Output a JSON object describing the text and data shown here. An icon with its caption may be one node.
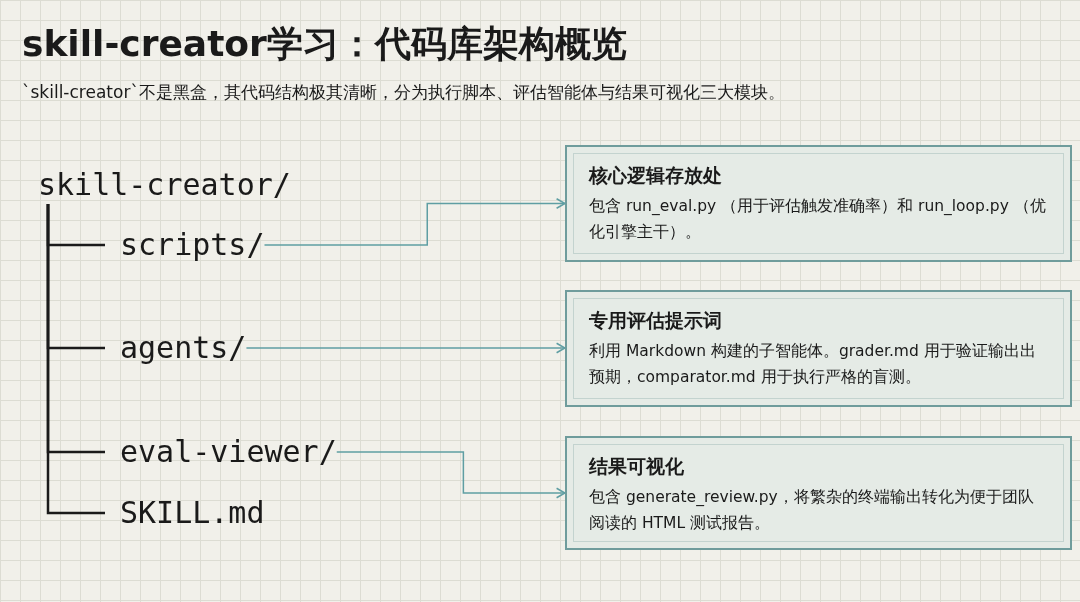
{
  "diagram": {
    "title": "skill-creator学习：代码库架构概览",
    "nodes": [
      {
        "text": [
          "skill-creator/"
        ]
      },
      {
        "text": [
          "scripts/"
        ]
      },
      {
        "text": [
          "agents/"
        ]
      },
      {
        "text": [
          "eval-viewer/"
        ]
      },
      {
        "text": [
          "SKILL.md"
        ]
      },
      {
        "text": [
          "核心逻辑存放处",
          "包含 run_eval.py （用于评估触发准确率）和 run_loop.py （优化引擎主干）。"
        ]
      },
      {
        "text": [
          "专用评估提示词",
          "利用 Markdown 构建的子智能体。grader.md 用于验证输出出预期，comparator.md 用于执行严格的盲测。"
        ]
      },
      {
        "text": [
          "结果可视化",
          "包含 generate_review.py，将繁杂的终端输出转化为便于团队阅读的 HTML 测试报告。"
        ]
      }
    ],
    "edges": [
      {
        "from": 0,
        "to": 1,
        "arrow": "none"
      },
      {
        "from": 0,
        "to": 2,
        "arrow": "none"
      },
      {
        "from": 0,
        "to": 3,
        "arrow": "none"
      },
      {
        "from": 0,
        "to": 4,
        "arrow": "none"
      },
      {
        "from": 1,
        "to": 5,
        "arrow": "to",
        "color": "#5f9ea3"
      },
      {
        "from": 2,
        "to": 6,
        "arrow": "to",
        "color": "#5f9ea3"
      },
      {
        "from": 3,
        "to": 7,
        "arrow": "to",
        "color": "#5f9ea3"
      }
    ],
    "labels": [
      "`skill-creator`不是黑盒，其代码结构极其清晰，分为执行脚本、评估智能体与结果可视化三大模块。"
    ]
  }
}
